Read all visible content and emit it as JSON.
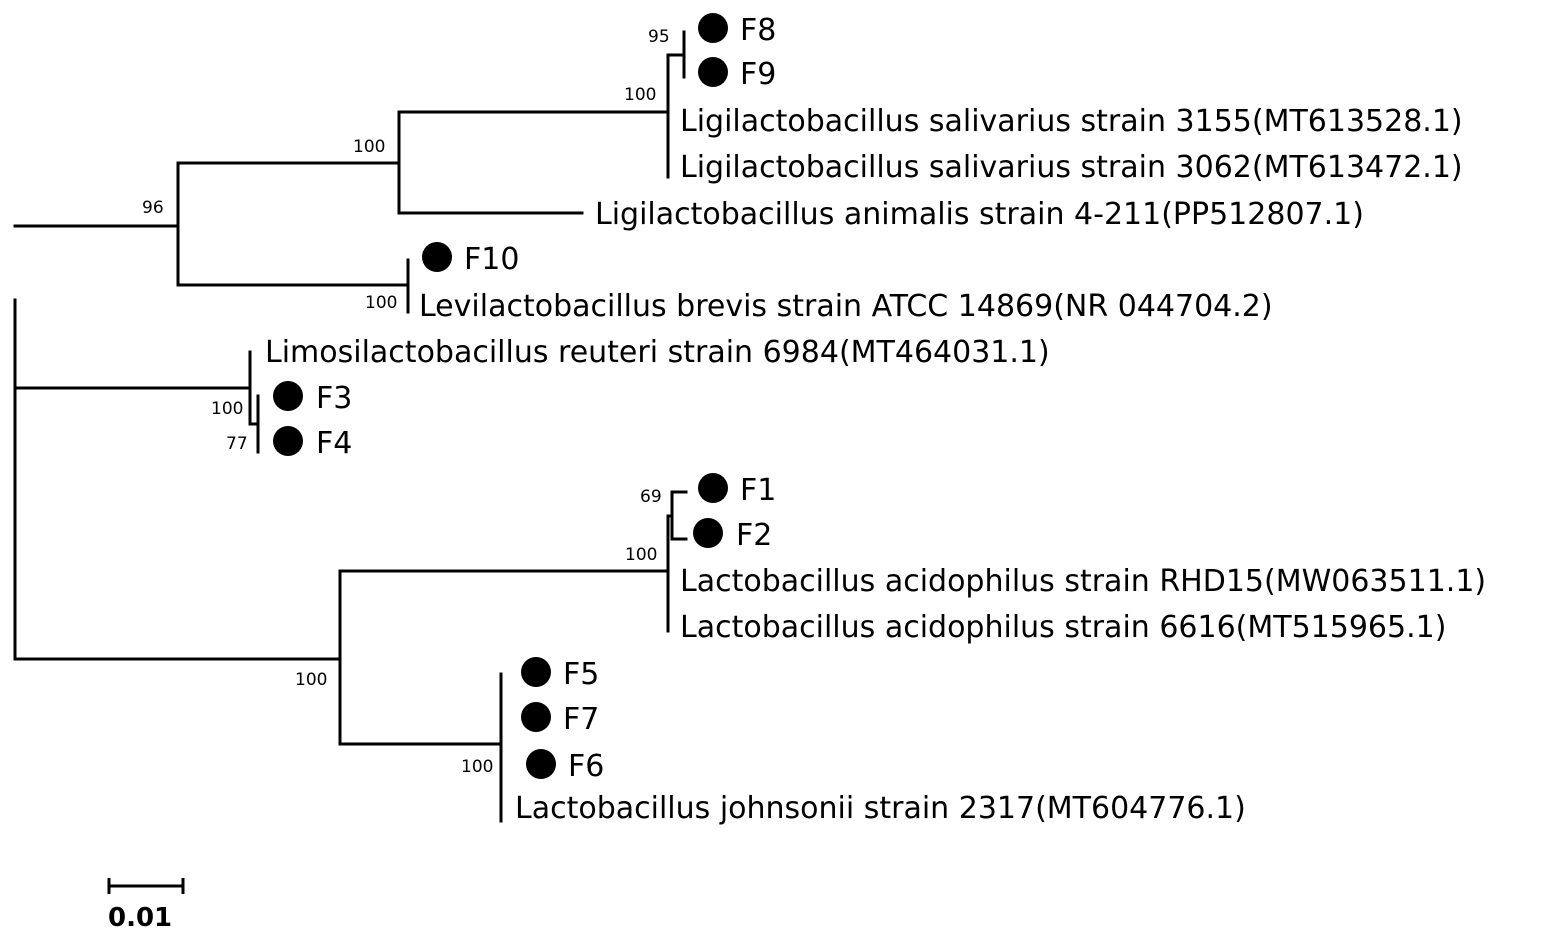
{
  "tree": {
    "leaves": [
      {
        "id": "F8",
        "label": "F8",
        "marker": true
      },
      {
        "id": "F9",
        "label": "F9",
        "marker": true
      },
      {
        "id": "ls3155",
        "label": "Ligilactobacillus salivarius strain 3155(MT613528.1)",
        "marker": false
      },
      {
        "id": "ls3062",
        "label": "Ligilactobacillus salivarius strain 3062(MT613472.1)",
        "marker": false
      },
      {
        "id": "la4211",
        "label": "Ligilactobacillus animalis strain 4-211(PP512807.1)",
        "marker": false
      },
      {
        "id": "F10",
        "label": "F10",
        "marker": true
      },
      {
        "id": "lb14869",
        "label": "Levilactobacillus brevis strain ATCC 14869(NR 044704.2)",
        "marker": false
      },
      {
        "id": "lr6984",
        "label": "Limosilactobacillus reuteri strain 6984(MT464031.1)",
        "marker": false
      },
      {
        "id": "F3",
        "label": "F3",
        "marker": true
      },
      {
        "id": "F4",
        "label": "F4",
        "marker": true
      },
      {
        "id": "F1",
        "label": "F1",
        "marker": true
      },
      {
        "id": "F2",
        "label": "F2",
        "marker": true
      },
      {
        "id": "laRHD15",
        "label": "Lactobacillus acidophilus strain RHD15(MW063511.1)",
        "marker": false
      },
      {
        "id": "la6616",
        "label": "Lactobacillus acidophilus strain 6616(MT515965.1)",
        "marker": false
      },
      {
        "id": "F5",
        "label": "F5",
        "marker": true
      },
      {
        "id": "F7",
        "label": "F7",
        "marker": true
      },
      {
        "id": "F6",
        "label": "F6",
        "marker": true
      },
      {
        "id": "lj2317",
        "label": "Lactobacillus johnsonii strain 2317(MT604776.1)",
        "marker": false
      }
    ],
    "bootstrap": [
      {
        "node": "n_f8f9",
        "value": "95"
      },
      {
        "node": "n_salivarius",
        "value": "100"
      },
      {
        "node": "n_ligilacto",
        "value": "100"
      },
      {
        "node": "n_top",
        "value": "96"
      },
      {
        "node": "n_brevis",
        "value": "100"
      },
      {
        "node": "n_reuteri",
        "value": "100"
      },
      {
        "node": "n_f3f4",
        "value": "77"
      },
      {
        "node": "n_f1f2",
        "value": "69"
      },
      {
        "node": "n_acidophilus",
        "value": "100"
      },
      {
        "node": "n_lacto",
        "value": "100"
      },
      {
        "node": "n_johnsonii",
        "value": "100"
      }
    ]
  },
  "scale_bar": {
    "value": 0.01,
    "label": "0.01"
  }
}
